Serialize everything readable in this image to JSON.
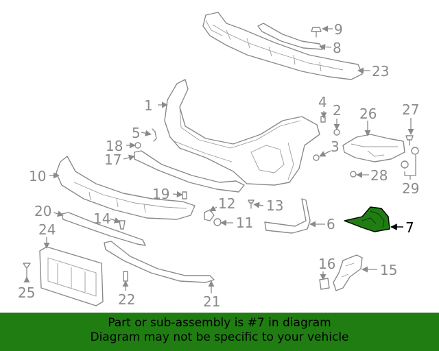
{
  "diagram": {
    "callouts": {
      "c1": "1",
      "c2": "2",
      "c3": "3",
      "c4": "4",
      "c5": "5",
      "c6": "6",
      "c7": "7",
      "c8": "8",
      "c9": "9",
      "c10": "10",
      "c11": "11",
      "c12": "12",
      "c13": "13",
      "c14": "14",
      "c15": "15",
      "c16": "16",
      "c17": "17",
      "c18": "18",
      "c19": "19",
      "c20": "20",
      "c21": "21",
      "c22": "22",
      "c23": "23",
      "c24": "24",
      "c25": "25",
      "c26": "26",
      "c27": "27",
      "c28": "28",
      "c29": "29"
    },
    "highlighted_part": "7",
    "highlight_color": "#1f7d12",
    "line_color": "#8a8a8a"
  },
  "banner": {
    "line1": "Part or sub-assembly is #7 in diagram",
    "line2": "Diagram may not be specific to your vehicle",
    "background_color": "#1f7d12"
  }
}
